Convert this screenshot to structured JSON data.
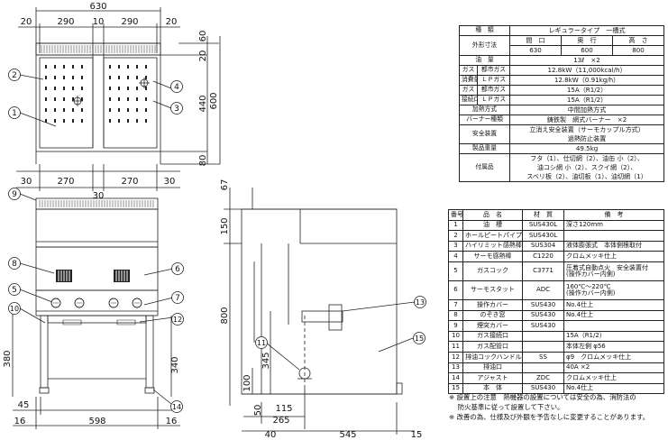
{
  "dims": {
    "top_width": "630",
    "top_left_margin": "20",
    "top_left_inner": "290",
    "top_center_gap": "10",
    "top_right_inner": "290",
    "top_right_margin": "20",
    "right_60": "60",
    "right_20": "20",
    "right_440": "440",
    "right_600": "600",
    "right_80": "80",
    "bottom_30_left": "30",
    "bottom_270_left": "270",
    "bottom_center_30": "30",
    "bottom_270_right": "270",
    "bottom_30_right": "30",
    "front_380": "380",
    "front_340": "340",
    "front_45": "45",
    "front_16_left": "16",
    "front_598": "598",
    "front_16_right": "16",
    "side_67": "67",
    "side_150": "150",
    "side_800": "800",
    "side_345": "345",
    "side_100": "100",
    "side_50": "50",
    "side_115": "115",
    "side_265": "265",
    "side_40": "40",
    "side_545": "545",
    "side_15": "15"
  },
  "callouts": [
    "1",
    "2",
    "3",
    "4",
    "5",
    "6",
    "7",
    "8",
    "9",
    "10",
    "11",
    "12",
    "13",
    "14",
    "15"
  ],
  "spec": {
    "type_label": "種　類",
    "type_value": "レギュラータイプ　一槽式",
    "size_label": "外形寸法",
    "size_headers": [
      "間　口",
      "奥　行",
      "高　さ"
    ],
    "size_values": [
      "630",
      "600",
      "800"
    ],
    "oil_label": "油　量",
    "oil_value": "13ℓ　×2",
    "gas_label": "ガス",
    "gas_consumption_label": "消費量",
    "city_gas_label": "都市ガス",
    "lp_gas_label": "ＬＰガス",
    "consumption_city": "12.8kW（11,000kcal/h）",
    "consumption_lp": "12.8kW（0.91kg/h）",
    "connection_label": "接続口",
    "connection_city": "15A（R1/2）",
    "connection_lp": "15A（R1/2）",
    "heating_label": "加熱方式",
    "heating_value": "中間加熱方式",
    "burner_label": "バーナー種類",
    "burner_value": "鋳鉄製　網式バーナー　×2",
    "safety_label": "安全装置",
    "safety_value_1": "立消え安全装置（サーモカップル方式）",
    "safety_value_2": "過熱防止装置",
    "weight_label": "製品重量",
    "weight_value": "49.5kg",
    "accessories_label": "付属品",
    "accessories_1": "フタ（1）、仕切網（2）、油缶 小（2）、",
    "accessories_2": "油コシ網 小（2）、スクイ網（2）、",
    "accessories_3": "スベリ板（2）、油切板（1）、油切網（1）"
  },
  "parts": {
    "headers": [
      "番号",
      "品　名",
      "材　質",
      "備　考"
    ],
    "rows": [
      [
        "1",
        "油　槽",
        "SUS430L",
        "深さ120mm"
      ],
      [
        "2",
        "ホールピートパイプ",
        "SUS430L",
        ""
      ],
      [
        "3",
        "ハイリミット感熱棒",
        "SUS304",
        "液体膨張式　本体側根取付"
      ],
      [
        "4",
        "サーモ感熱棒",
        "C1220",
        "クロムメッキ仕上"
      ],
      [
        "5",
        "ガスコック",
        "C3771",
        "圧着式自動点火　安全装置付"
      ],
      [
        "6",
        "サーモスタット",
        "ADC",
        "160℃〜220℃"
      ],
      [
        "7",
        "操作カバー",
        "SUS430",
        "No.4仕上"
      ],
      [
        "8",
        "のぞき窓",
        "SUS430",
        "No.4仕上"
      ],
      [
        "9",
        "煙突カバー",
        "SUS430",
        ""
      ],
      [
        "10",
        "ガス接続口",
        "",
        "15A（R1/2）"
      ],
      [
        "11",
        "ガス配管口",
        "",
        "本体左側 φ56"
      ],
      [
        "12",
        "排油コックハンドル",
        "SS",
        "φ9　クロムメッキ仕上"
      ],
      [
        "13",
        "排油口",
        "",
        "40A ×2"
      ],
      [
        "14",
        "アジャスト",
        "ZDC",
        "クロムメッキ仕上"
      ],
      [
        "15",
        "本　体",
        "SUS430",
        "No.4仕上"
      ]
    ],
    "row5_note": "(操作カバー内側)",
    "row6_note": "(操作カバー内側)"
  },
  "notes": [
    "※ 設置上の注意　熱機器の設置については安全の為、消防法の",
    "　 防火基準に従って設置して下さい。",
    "※ 改善の為、仕様及び外観を予告なしに変更することがあります。"
  ]
}
